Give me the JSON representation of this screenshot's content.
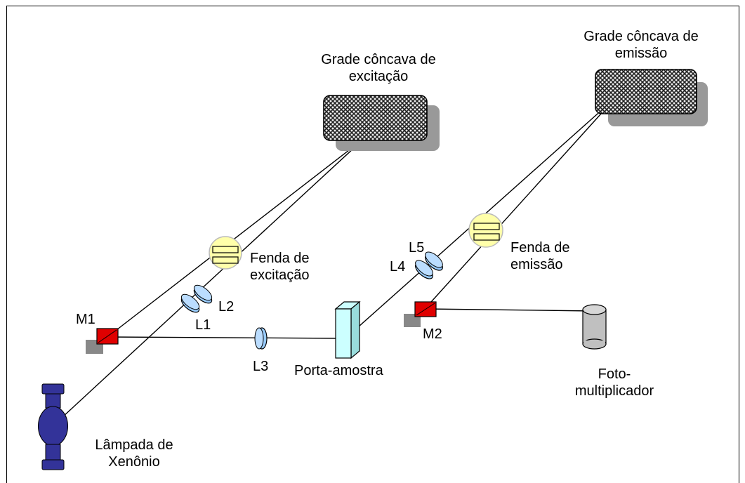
{
  "diagram": {
    "labels": {
      "excitation_grating": [
        "Grade côncava de",
        "excitação"
      ],
      "emission_grating": [
        "Grade côncava de",
        "emissão"
      ],
      "excitation_slit": [
        "Fenda de",
        "excitação"
      ],
      "emission_slit": [
        "Fenda de",
        "emissão"
      ],
      "m1": "M1",
      "m2": "M2",
      "l1": "L1",
      "l2": "L2",
      "l3": "L3",
      "l4": "L4",
      "l5": "L5",
      "sample_holder": "Porta-amostra",
      "photomultiplier": [
        "Foto-",
        "multiplicador"
      ],
      "lamp": [
        "Lâmpada de",
        "Xenônio"
      ]
    },
    "colors": {
      "grating_fill": "#404040",
      "grating_shadow": "#999999",
      "mirror": "#e00000",
      "slit": "#ffffaa",
      "lens": "#99ccff",
      "sample": "#ccffff",
      "lamp": "#333399",
      "detector": "#c0c0c0"
    }
  }
}
